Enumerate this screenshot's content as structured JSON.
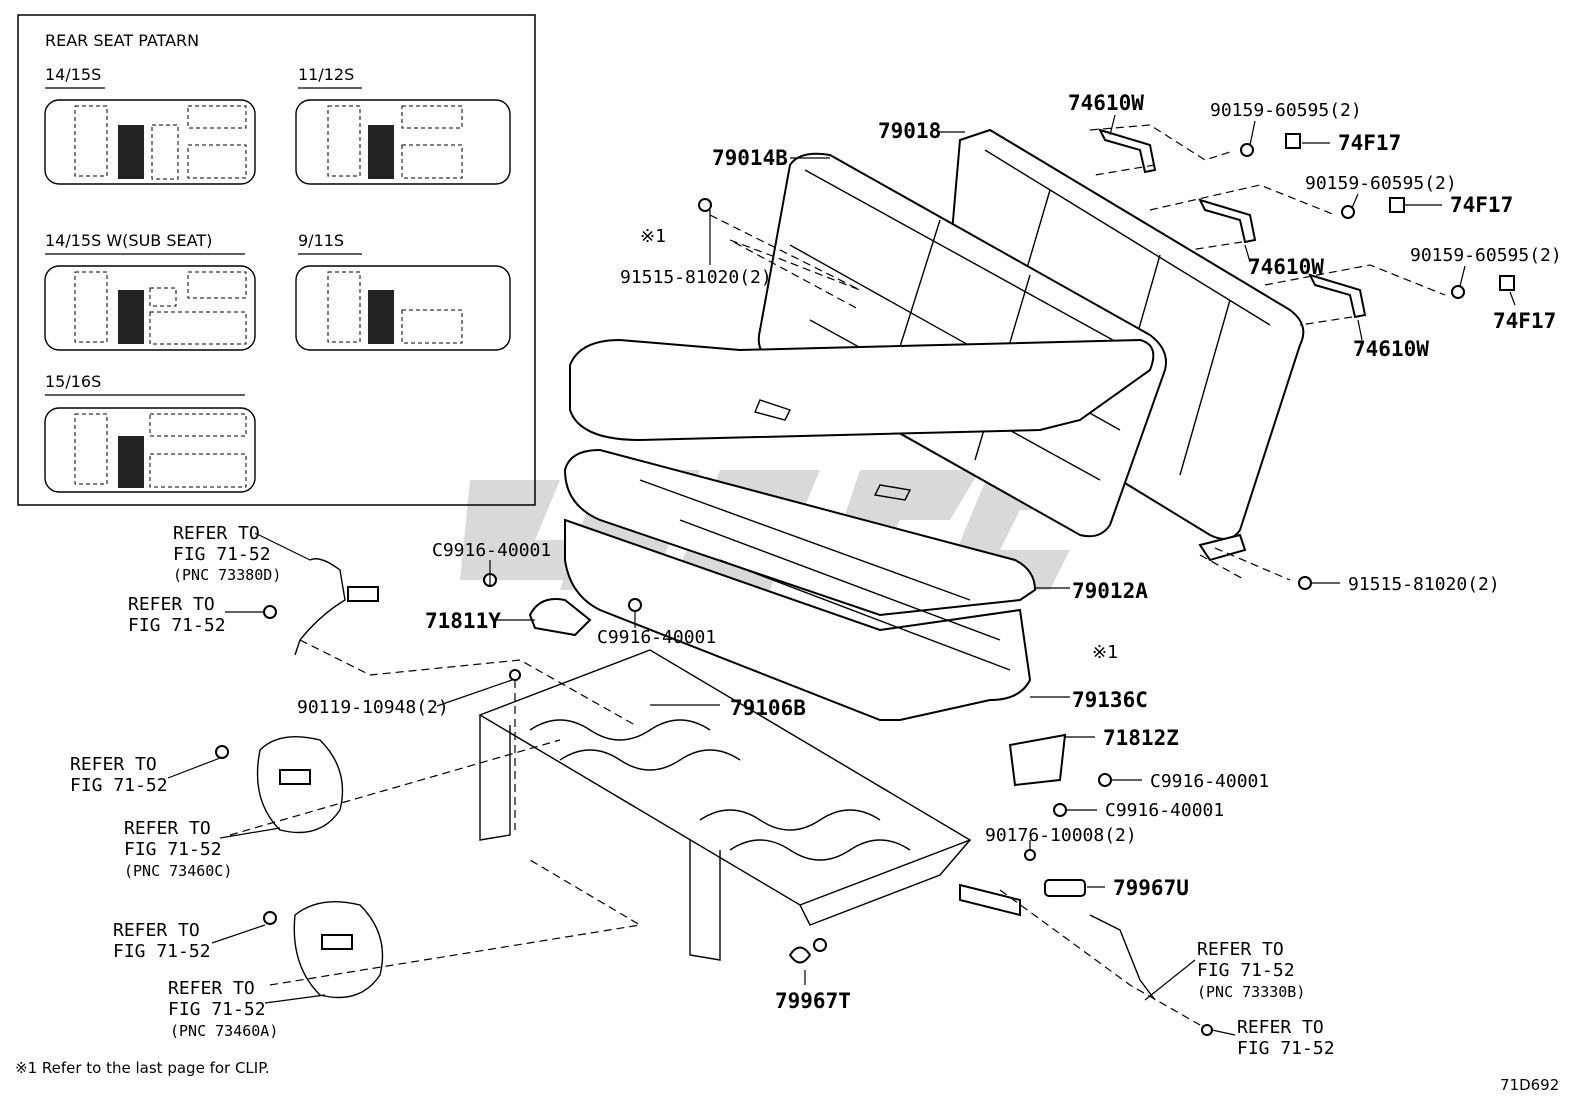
{
  "diagram_code": "71D692",
  "footnote": "※1  Refer to the last page for CLIP.",
  "pattern_box": {
    "title": "REAR SEAT PATARN",
    "variants": [
      {
        "label": "14/15S"
      },
      {
        "label": "11/12S"
      },
      {
        "label": "14/15S  W(SUB SEAT)"
      },
      {
        "label": "9/11S"
      },
      {
        "label": "15/16S"
      }
    ]
  },
  "parts": {
    "p79018": "79018",
    "p79014B": "79014B",
    "p74610W_1": "74610W",
    "p74610W_2": "74610W",
    "p74610W_3": "74610W",
    "p90159_1": "90159-60595(2)",
    "p90159_2": "90159-60595(2)",
    "p90159_3": "90159-60595(2)",
    "p74F17_1": "74F17",
    "p74F17_2": "74F17",
    "p74F17_3": "74F17",
    "clip1": "※1",
    "clip2": "※1",
    "p91515_1": "91515-81020(2)",
    "p91515_2": "91515-81020(2)",
    "p79012A": "79012A",
    "p79136C": "79136C",
    "p79106B": "79106B",
    "p71811Y": "71811Y",
    "p71812Z": "71812Z",
    "pC9916_1": "C9916-40001",
    "pC9916_2": "C9916-40001",
    "pC9916_3": "C9916-40001",
    "pC9916_4": "C9916-40001",
    "p90119": "90119-10948(2)",
    "p90176": "90176-10008(2)",
    "p79967U": "79967U",
    "p79967T": "79967T"
  },
  "refers": {
    "r1": {
      "line1": "REFER TO",
      "line2": "FIG 71-52",
      "line3": "(PNC 73380D)"
    },
    "r2": {
      "line1": "REFER TO",
      "line2": "FIG 71-52"
    },
    "r3": {
      "line1": "REFER TO",
      "line2": "FIG 71-52"
    },
    "r4": {
      "line1": "REFER TO",
      "line2": "FIG 71-52",
      "line3": "(PNC 73460C)"
    },
    "r5": {
      "line1": "REFER TO",
      "line2": "FIG 71-52"
    },
    "r6": {
      "line1": "REFER TO",
      "line2": "FIG 71-52",
      "line3": "(PNC 73460A)"
    },
    "r7": {
      "line1": "REFER TO",
      "line2": "FIG 71-52",
      "line3": "(PNC 73330B)"
    },
    "r8": {
      "line1": "REFER TO",
      "line2": "FIG 71-52"
    }
  }
}
